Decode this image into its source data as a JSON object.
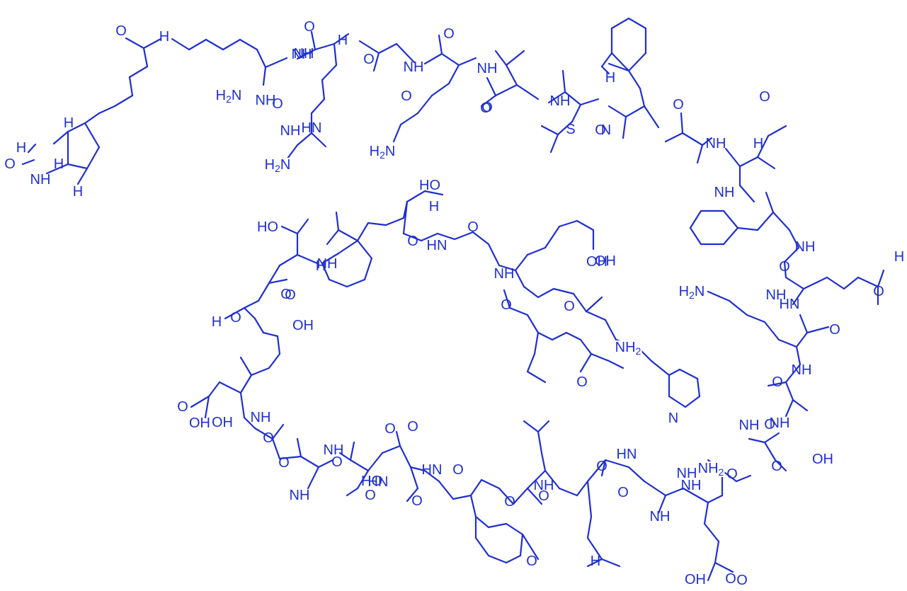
{
  "colors": {
    "structure": "#1f2fd0",
    "background": "#ffffff"
  },
  "labels": [
    "O",
    "H",
    "NH",
    "H2N",
    "O",
    "NH",
    "H",
    "O",
    "NH",
    "O",
    "NH",
    "NH",
    "O",
    "NH",
    "O",
    "H",
    "S",
    "H2N",
    "NH",
    "O",
    "N",
    "O",
    "H2N",
    "HN",
    "NH",
    "H",
    "H",
    "O",
    "H",
    "H",
    "NH",
    "O",
    "O",
    "NH",
    "H",
    "O",
    "NH",
    "HN",
    "O",
    "HO",
    "NH",
    "H",
    "O",
    "HO",
    "H",
    "O",
    "O",
    "HN",
    "O",
    "H2N",
    "NH",
    "O",
    "NH2",
    "O",
    "H",
    "O",
    "NH",
    "OH",
    "N",
    "OH",
    "OH",
    "O",
    "H",
    "OH",
    "O",
    "NH",
    "O",
    "O",
    "NH",
    "O",
    "O",
    "OH",
    "O",
    "OH",
    "O",
    "NH2",
    "NH",
    "HN",
    "O",
    "O",
    "HN",
    "O",
    "O",
    "NH",
    "O",
    "HO",
    "NH",
    "O",
    "O",
    "O",
    "NH",
    "H",
    "OH",
    "NH",
    "O",
    "O",
    "O",
    "NH",
    "O",
    "NH",
    "O",
    "O",
    "HN",
    "O",
    "NH",
    "O"
  ]
}
